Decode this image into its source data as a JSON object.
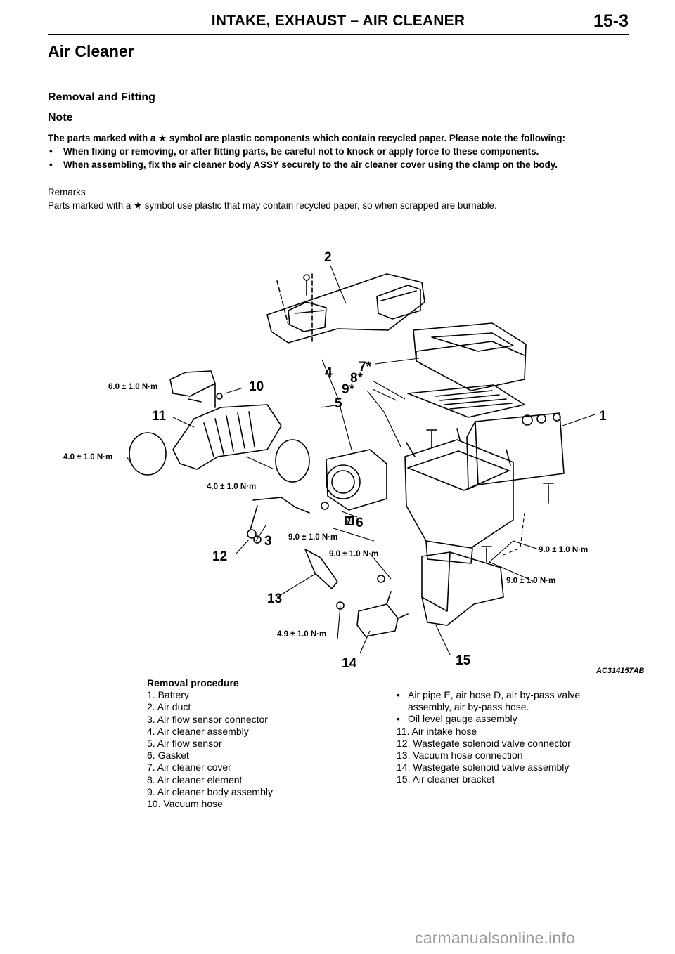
{
  "header": {
    "title": "INTAKE, EXHAUST – AIR CLEANER",
    "page": "15-3"
  },
  "page_title": "Air Cleaner",
  "section": {
    "heading": "Removal and Fitting",
    "note_label": "Note"
  },
  "note": {
    "intro": "The parts marked with a ★ symbol are plastic components which contain recycled paper.  Please note the following:",
    "bullets": [
      "When fixing or removing, or after fitting parts, be careful not to knock or apply force to these components.",
      "When assembling, fix the air cleaner body ASSY securely to the air cleaner cover using the clamp on the body."
    ]
  },
  "remarks": {
    "label": "Remarks",
    "text": "Parts marked with a ★ symbol use plastic that may contain recycled paper, so when scrapped are burnable."
  },
  "diagram": {
    "callouts": [
      "1",
      "2",
      "3",
      "4",
      "5",
      "6",
      "7*",
      "8*",
      "9*",
      "10",
      "11",
      "12",
      "13",
      "14",
      "15"
    ],
    "torques": [
      "6.0 ± 1.0 N·m",
      "4.0 ± 1.0 N·m",
      "4.0 ± 1.0 N·m",
      "9.0 ± 1.0 N·m",
      "9.0 ± 1.0 N·m",
      "9.0 ± 1.0 N·m",
      "9.0 ± 1.0 N·m",
      "4.9 ± 1.0 N·m"
    ],
    "marker": "N",
    "figure_code": "AC314157AB"
  },
  "procedure": {
    "title": "Removal procedure",
    "left": [
      "1. Battery",
      "2. Air duct",
      "3. Air flow sensor connector",
      "4. Air cleaner assembly",
      "5. Air flow sensor",
      "6. Gasket",
      "7. Air cleaner cover",
      "8. Air cleaner element",
      "9. Air cleaner body assembly",
      "10. Vacuum hose"
    ],
    "right_bullets": [
      [
        "Air pipe E, air hose D, air by-pass valve",
        "assembly, air by-pass hose."
      ],
      [
        "Oil level gauge assembly"
      ]
    ],
    "right": [
      "11. Air intake hose",
      "12. Wastegate solenoid valve connector",
      "13. Vacuum hose connection",
      "14. Wastegate solenoid valve assembly",
      "15. Air cleaner bracket"
    ]
  },
  "footer": {
    "watermark": "carmanualsonline.info"
  }
}
